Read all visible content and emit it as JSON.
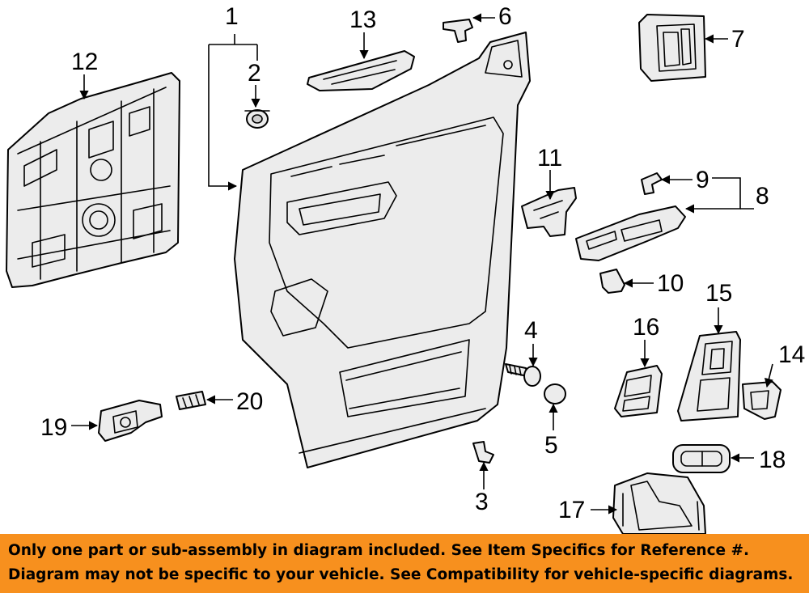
{
  "banner": {
    "line1": "Only one part or sub-assembly in diagram included. See Item Specifics for Reference #.",
    "line2": "Diagram may not be specific to your vehicle. See Compatibility for vehicle-specific diagrams.",
    "background_color": "#f7901e"
  },
  "callouts": [
    "1",
    "2",
    "3",
    "4",
    "5",
    "6",
    "7",
    "8",
    "9",
    "10",
    "11",
    "12",
    "13",
    "14",
    "15",
    "16",
    "17",
    "18",
    "19",
    "20"
  ]
}
